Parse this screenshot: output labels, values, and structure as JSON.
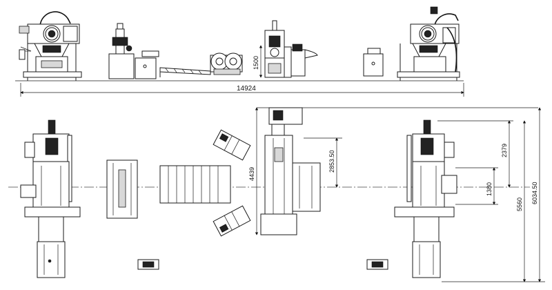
{
  "drawing": {
    "elevation_overall_length": "14924",
    "elevation_pass_height": "1500",
    "plan_left_width": "4439",
    "plan_left_offset": "2853.50",
    "plan_right_offset_upper": "2379",
    "plan_right_offset_small": "1380",
    "plan_right_width": "5560",
    "plan_right_overall": "6034.50"
  }
}
